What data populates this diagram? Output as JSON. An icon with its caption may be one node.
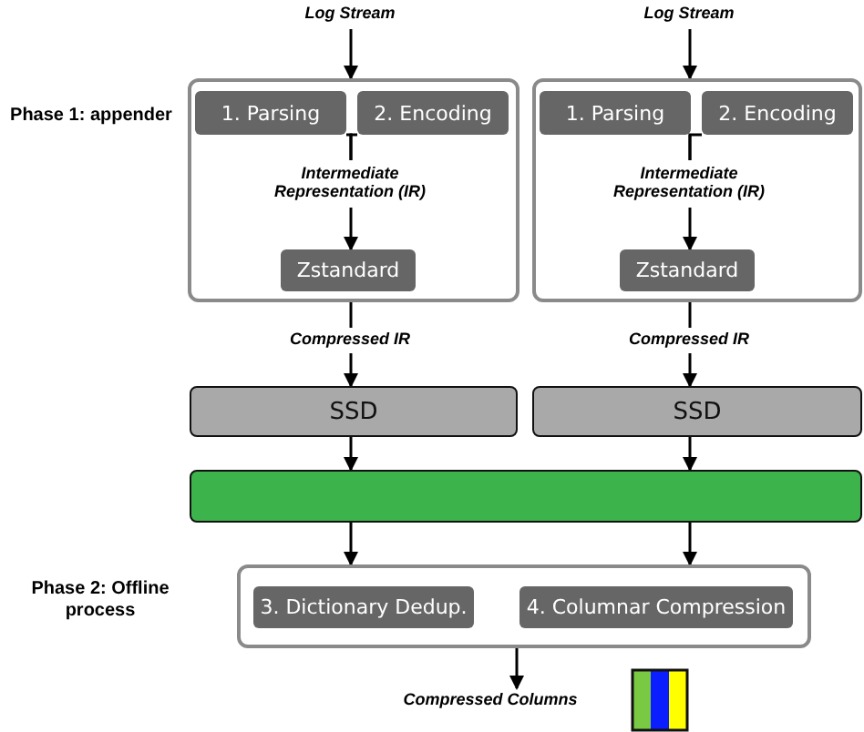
{
  "diagram": {
    "nodes": [
      {
        "text": [
          "Log Stream"
        ]
      },
      {
        "text": [
          "Log Stream"
        ]
      },
      {
        "text": [],
        "shape": "box"
      },
      {
        "text": [
          "1. Parsing"
        ],
        "in": 2
      },
      {
        "text": [
          "2. Encoding"
        ],
        "in": 2
      },
      {
        "text": [
          "Intermediate Representation (IR)"
        ],
        "in": 2
      },
      {
        "text": [
          "Zstandard"
        ],
        "in": 2
      },
      {
        "text": [],
        "shape": "box"
      },
      {
        "text": [
          "1. Parsing"
        ],
        "in": 7
      },
      {
        "text": [
          "2. Encoding"
        ],
        "in": 7
      },
      {
        "text": [
          "Intermediate Representation (IR)"
        ],
        "in": 7
      },
      {
        "text": [
          "Zstandard"
        ],
        "in": 7
      },
      {
        "text": [
          "Compressed IR"
        ]
      },
      {
        "text": [
          "Compressed IR"
        ]
      },
      {
        "text": [
          "SSD"
        ]
      },
      {
        "text": [
          "SSD"
        ]
      },
      {
        "text": [],
        "shape": "bar"
      },
      {
        "text": [],
        "shape": "box"
      },
      {
        "text": [
          "3. Dictionary Dedup."
        ],
        "in": 17
      },
      {
        "text": [
          "4. Columnar Compression"
        ],
        "in": 17
      },
      {
        "text": [
          "Compressed Columns"
        ]
      }
    ],
    "edges": [
      {
        "from": 0,
        "to": 2,
        "arrow": "to"
      },
      {
        "from": 3,
        "to": 5,
        "arrow": "none"
      },
      {
        "from": 4,
        "to": 5,
        "arrow": "none"
      },
      {
        "from": 5,
        "to": 6,
        "arrow": "to"
      },
      {
        "from": 2,
        "to": 12,
        "arrow": "none"
      },
      {
        "from": 12,
        "to": 14,
        "arrow": "to"
      },
      {
        "from": 14,
        "to": 16,
        "arrow": "to"
      },
      {
        "from": 16,
        "to": 17,
        "arrow": "to"
      },
      {
        "from": 1,
        "to": 7,
        "arrow": "to"
      },
      {
        "from": 8,
        "to": 10,
        "arrow": "none"
      },
      {
        "from": 9,
        "to": 10,
        "arrow": "none"
      },
      {
        "from": 10,
        "to": 11,
        "arrow": "to"
      },
      {
        "from": 7,
        "to": 13,
        "arrow": "none"
      },
      {
        "from": 13,
        "to": 15,
        "arrow": "to"
      },
      {
        "from": 15,
        "to": 16,
        "arrow": "to"
      },
      {
        "from": 16,
        "to": 17,
        "arrow": "to"
      },
      {
        "from": 17,
        "to": 20,
        "arrow": "to"
      }
    ],
    "labels": [
      "Phase 1: appender",
      "Phase 2: Offline process"
    ]
  }
}
